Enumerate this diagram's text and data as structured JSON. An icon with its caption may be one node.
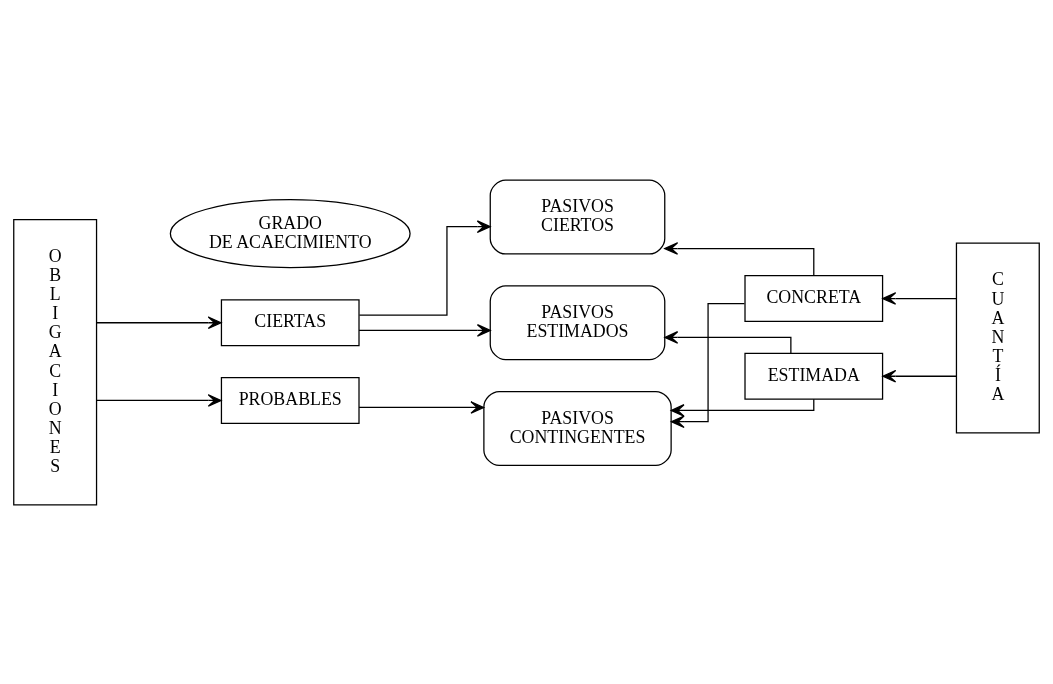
{
  "diagram": {
    "nodes": [
      {
        "text": [
          "OBLIGACIONES"
        ]
      },
      {
        "text": [
          "GRADO DE ACAECIMIENTO"
        ]
      },
      {
        "text": [
          "PASIVOS CIERTOS"
        ]
      },
      {
        "text": [
          "CIERTAS"
        ]
      },
      {
        "text": [
          "PASIVOS ESTIMADOS"
        ]
      },
      {
        "text": [
          "PROBABLES"
        ]
      },
      {
        "text": [
          "PASIVOS CONTINGENTES"
        ]
      },
      {
        "text": [
          "CONCRETA"
        ]
      },
      {
        "text": [
          "ESTIMADA"
        ]
      },
      {
        "text": [
          "CUANTÍA"
        ]
      }
    ],
    "edges": [
      {
        "from": 0,
        "to": 3,
        "arrow": "to"
      },
      {
        "from": 0,
        "to": 5,
        "arrow": "to"
      },
      {
        "from": 3,
        "to": 2,
        "arrow": "to"
      },
      {
        "from": 3,
        "to": 4,
        "arrow": "to"
      },
      {
        "from": 5,
        "to": 6,
        "arrow": "to"
      },
      {
        "from": 9,
        "to": 7,
        "arrow": "to"
      },
      {
        "from": 9,
        "to": 8,
        "arrow": "to"
      },
      {
        "from": 7,
        "to": 2,
        "arrow": "to"
      },
      {
        "from": 7,
        "to": 6,
        "arrow": "to"
      },
      {
        "from": 8,
        "to": 4,
        "arrow": "to"
      },
      {
        "from": 8,
        "to": 6,
        "arrow": "to"
      }
    ]
  }
}
